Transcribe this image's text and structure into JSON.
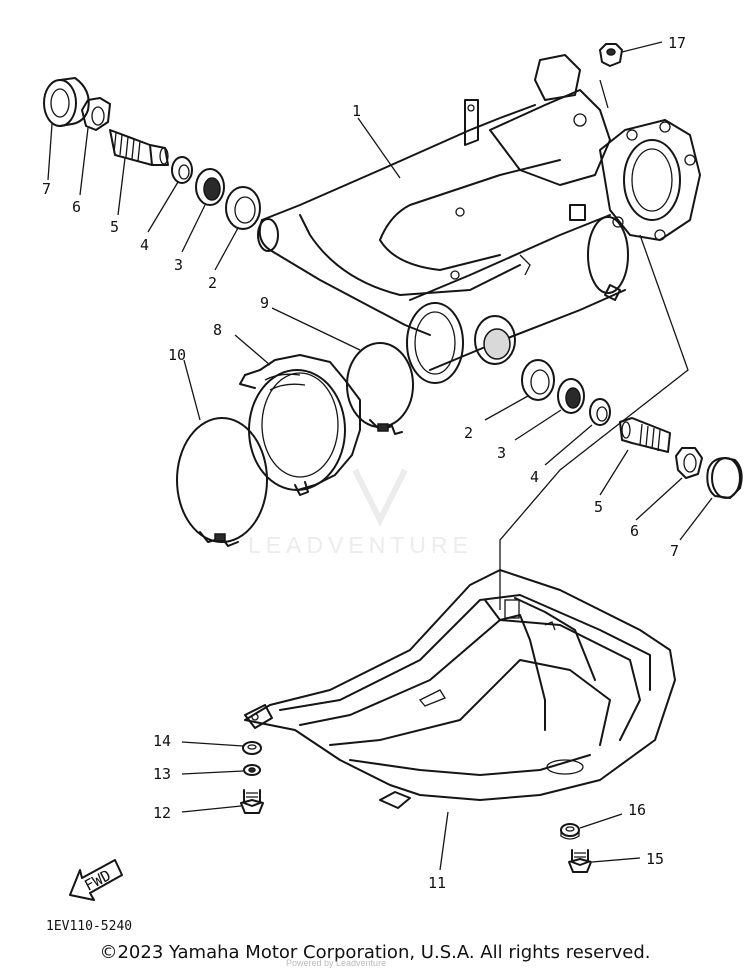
{
  "callouts": {
    "c1": "1",
    "c2a": "2",
    "c2b": "2",
    "c3a": "3",
    "c3b": "3",
    "c4a": "4",
    "c4b": "4",
    "c5a": "5",
    "c5b": "5",
    "c6a": "6",
    "c6b": "6",
    "c7a": "7",
    "c7b": "7",
    "c8": "8",
    "c9": "9",
    "c10": "10",
    "c11": "11",
    "c12": "12",
    "c13": "13",
    "c14": "14",
    "c15": "15",
    "c16": "16",
    "c17": "17"
  },
  "fwd_label": "FWD",
  "diagram_code": "1EV110-5240",
  "watermark": "LEADVENTURE",
  "copyright": "©2023 Yamaha Motor Corporation, U.S.A. All rights reserved.",
  "small_watermark": "Powered by Leadventure"
}
